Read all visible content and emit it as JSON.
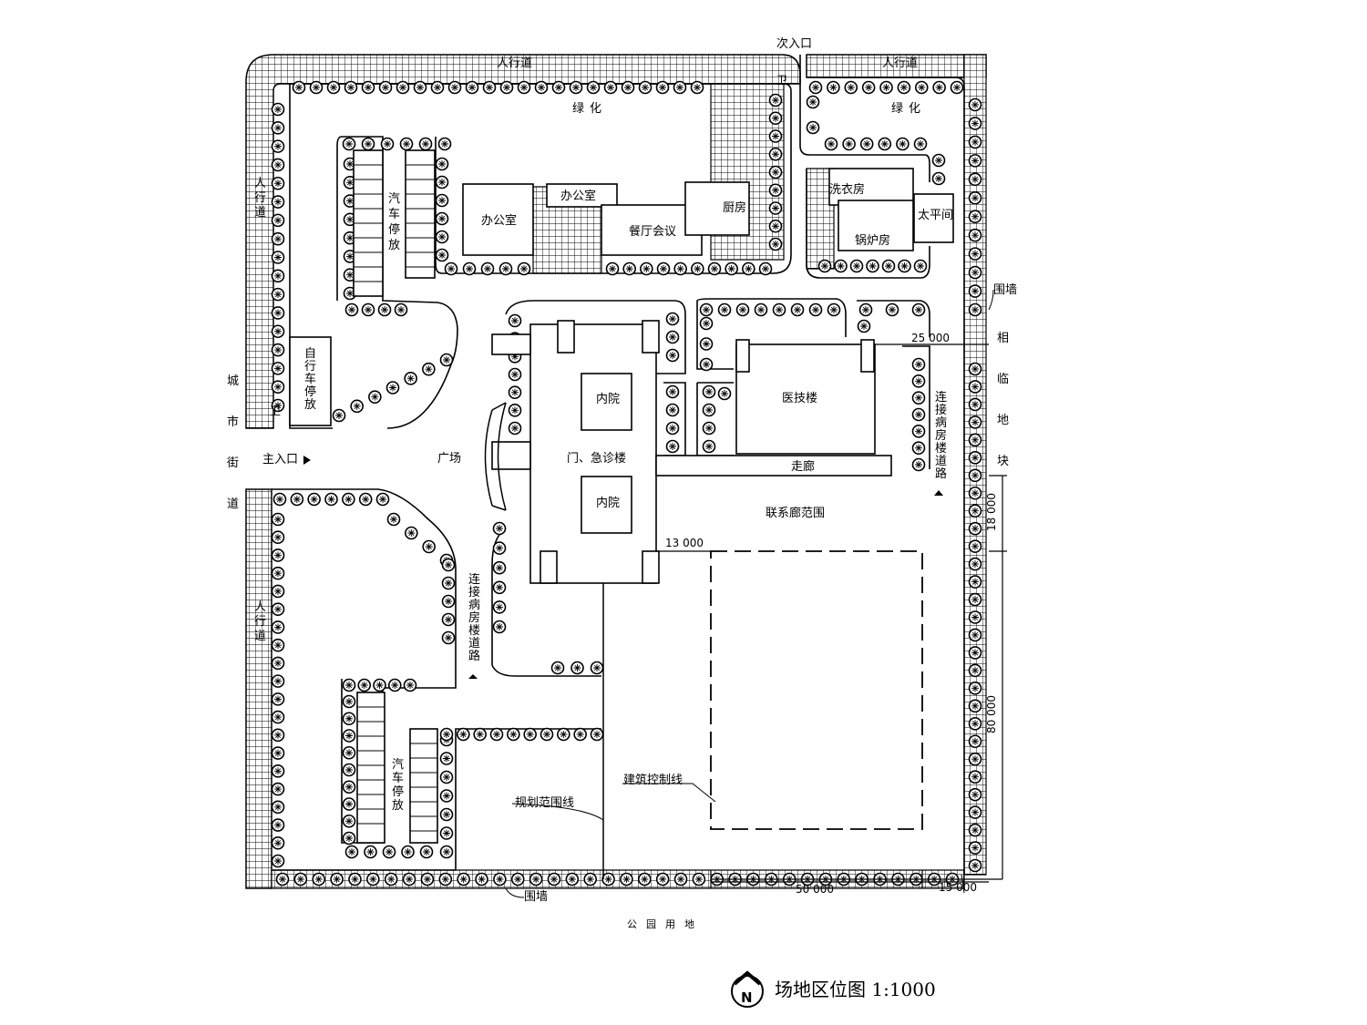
{
  "plan": {
    "title": "场地区位图 1:1000",
    "north_symbol": "N",
    "labels": {
      "secondary_entrance": "次入口",
      "guard_top": "卫",
      "guard_left": "卫",
      "sidewalk_top_left": "人行道",
      "sidewalk_top_right": "人行道",
      "sidewalk_left_upper": "人行道",
      "sidewalk_left_lower": "人行道",
      "green_left": "绿化",
      "green_right": "绿化",
      "parking_upper": "汽车停放",
      "parking_lower": "汽车停放",
      "bike_parking": "自行车停放",
      "office_1": "办公室",
      "office_2": "办公室",
      "dining_meeting": "餐厅会议",
      "kitchen": "厨房",
      "laundry": "洗衣房",
      "boiler": "锅炉房",
      "morgue": "太平间",
      "fence_top_right": "围墙",
      "fence_bottom": "围墙",
      "adjacent_plot": "相临地块",
      "city_street": "城市街道",
      "main_entrance": "主入口",
      "plaza": "广场",
      "outpatient_building": "门、急诊楼",
      "courtyard_1": "内院",
      "courtyard_2": "内院",
      "medical_tech_building": "医技楼",
      "corridor": "走廊",
      "corridor_range": "联系廊范围",
      "road_to_ward_right": "连接病房楼道路",
      "road_to_ward_left": "连接病房楼道路",
      "building_control_line": "建筑控制线",
      "planning_boundary": "规划范围线",
      "park_land": "公园用地"
    },
    "dimensions": {
      "d_25000": "25 000",
      "d_13000": "13 000",
      "d_18000": "18 000",
      "d_80000": "80 000",
      "d_50000": "50 000",
      "d_15000": "15 000"
    }
  }
}
